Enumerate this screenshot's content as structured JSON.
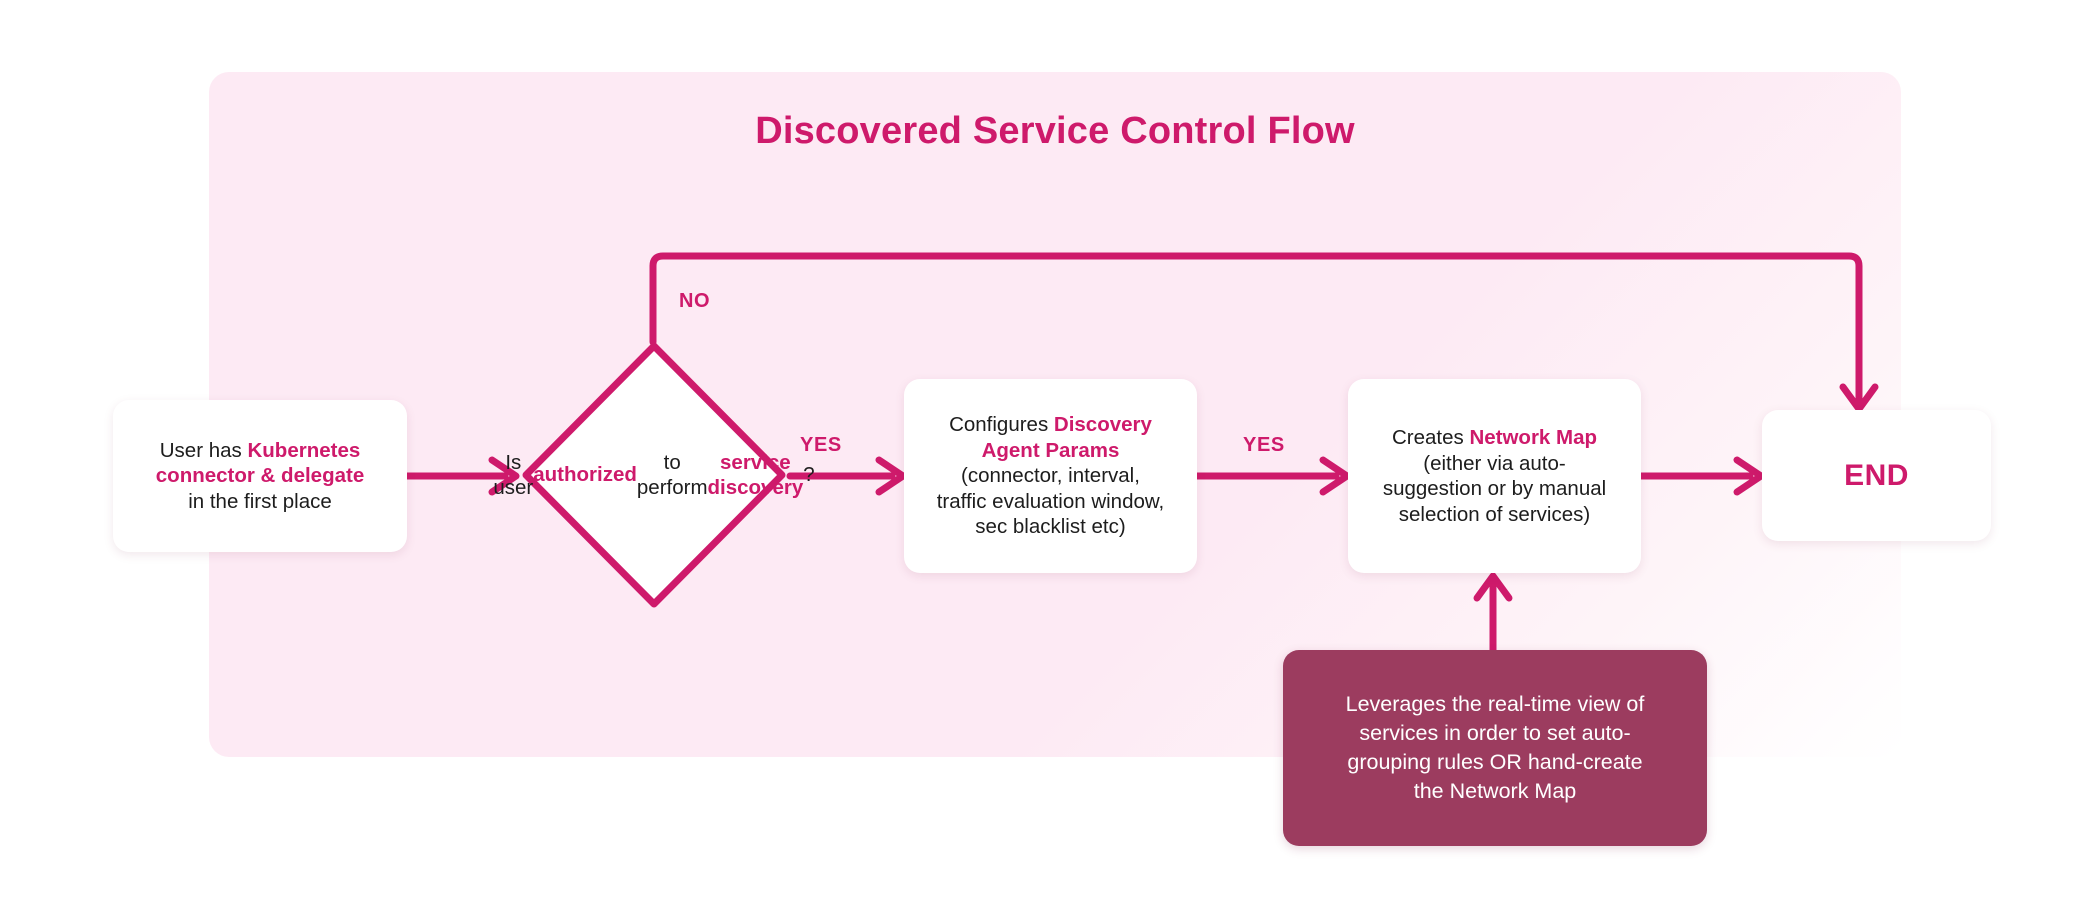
{
  "title": "Discovered Service Control Flow",
  "colors": {
    "accent": "#ce1a6b",
    "panel_bg": "#fdeaf4",
    "callout_bg": "#9c3c5f",
    "node_bg": "#ffffff",
    "text": "#1d1d1d"
  },
  "nodes": {
    "start": {
      "name": "start-node",
      "lines": [
        [
          {
            "t": "User has ",
            "hl": false
          },
          {
            "t": "Kubernetes",
            "hl": true
          }
        ],
        [
          {
            "t": "connector & delegate",
            "hl": true
          }
        ],
        [
          {
            "t": "in the first place",
            "hl": false
          }
        ]
      ]
    },
    "decision": {
      "name": "decision-node",
      "lines": [
        [
          {
            "t": "Is user",
            "hl": false
          }
        ],
        [
          {
            "t": "authorized",
            "hl": true
          }
        ],
        [
          {
            "t": "to perform",
            "hl": false
          }
        ],
        [
          {
            "t": "service discovery",
            "hl": true
          },
          {
            "t": "?",
            "hl": false
          }
        ]
      ]
    },
    "configure": {
      "name": "configure-node",
      "lines": [
        [
          {
            "t": "Configures ",
            "hl": false
          },
          {
            "t": "Discovery",
            "hl": true
          }
        ],
        [
          {
            "t": "Agent Params",
            "hl": true
          }
        ],
        [
          {
            "t": "(connector, interval,",
            "hl": false
          }
        ],
        [
          {
            "t": "traffic evaluation window,",
            "hl": false
          }
        ],
        [
          {
            "t": "sec blacklist etc)",
            "hl": false
          }
        ]
      ]
    },
    "networkmap": {
      "name": "network-map-node",
      "lines": [
        [
          {
            "t": "Creates ",
            "hl": false
          },
          {
            "t": "Network Map",
            "hl": true
          }
        ],
        [
          {
            "t": "(either via auto-",
            "hl": false
          }
        ],
        [
          {
            "t": "suggestion or by manual",
            "hl": false
          }
        ],
        [
          {
            "t": "selection of services)",
            "hl": false
          }
        ]
      ]
    },
    "end": {
      "name": "end-node",
      "label": "END"
    },
    "callout": {
      "name": "callout-node",
      "lines": [
        [
          {
            "t": "Leverages the real-time view of",
            "hl": false
          }
        ],
        [
          {
            "t": "services in order to set auto-",
            "hl": false
          }
        ],
        [
          {
            "t": "grouping rules OR hand-create",
            "hl": false
          }
        ],
        [
          {
            "t": "the Network Map",
            "hl": false
          }
        ]
      ]
    }
  },
  "edges": {
    "no_label": "NO",
    "yes_label_1": "YES",
    "yes_label_2": "YES"
  }
}
